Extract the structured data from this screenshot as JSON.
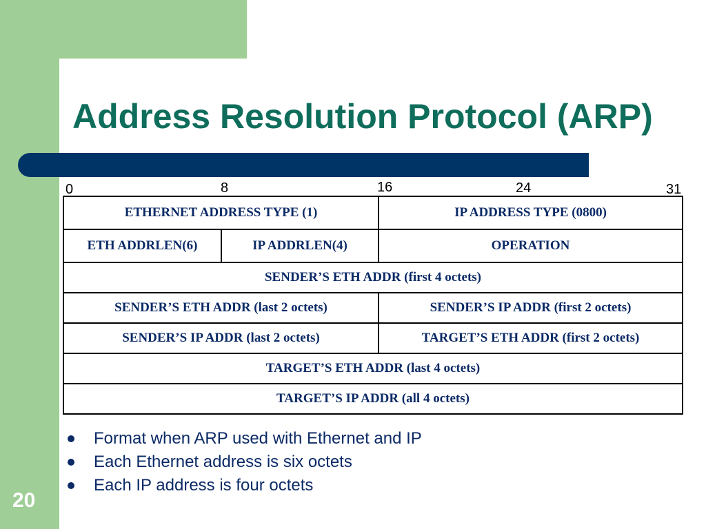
{
  "slide": {
    "title": "Address Resolution Protocol (ARP)",
    "page_number": "20"
  },
  "bit_ruler": [
    "0",
    "8",
    "16",
    "24",
    "31"
  ],
  "packet_format": {
    "rows": [
      [
        "ETHERNET ADDRESS TYPE (1)",
        "IP ADDRESS TYPE (0800)"
      ],
      [
        "ETH ADDRLEN(6)",
        "IP ADDRLEN(4)",
        "OPERATION"
      ],
      [
        "SENDER’S ETH ADDR (first 4 octets)"
      ],
      [
        "SENDER’S ETH ADDR (last 2 octets)",
        "SENDER’S IP ADDR (first 2 octets)"
      ],
      [
        "SENDER’S IP ADDR (last 2 octets)",
        "TARGET’S ETH ADDR (first 2 octets)"
      ],
      [
        "TARGET’S ETH ADDR (last 4 octets)"
      ],
      [
        "TARGET’S IP ADDR (all 4 octets)"
      ]
    ]
  },
  "bullets": [
    "Format when ARP used with Ethernet and IP",
    "Each Ethernet address is six octets",
    "Each IP address is four octets"
  ],
  "colors": {
    "title": "#0f6d5b",
    "accent_green": "#9fcf97",
    "bar_navy": "#003366",
    "text_navy": "#0b2a66"
  }
}
